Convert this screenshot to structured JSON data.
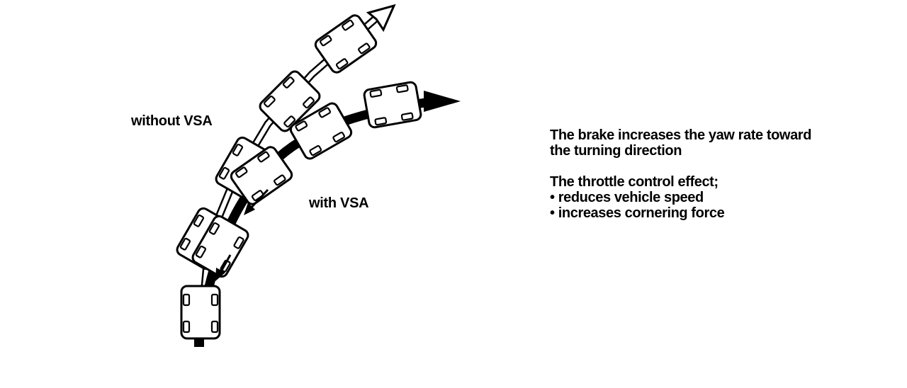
{
  "labels": {
    "without": "without VSA",
    "with": "with VSA"
  },
  "notes": {
    "brake_line1": "The brake increases the yaw rate toward",
    "brake_line2": "the turning direction",
    "throttle_title": "The throttle control effect;",
    "bullet1": "• reduces vehicle speed",
    "bullet2": "• increases cornering force"
  }
}
